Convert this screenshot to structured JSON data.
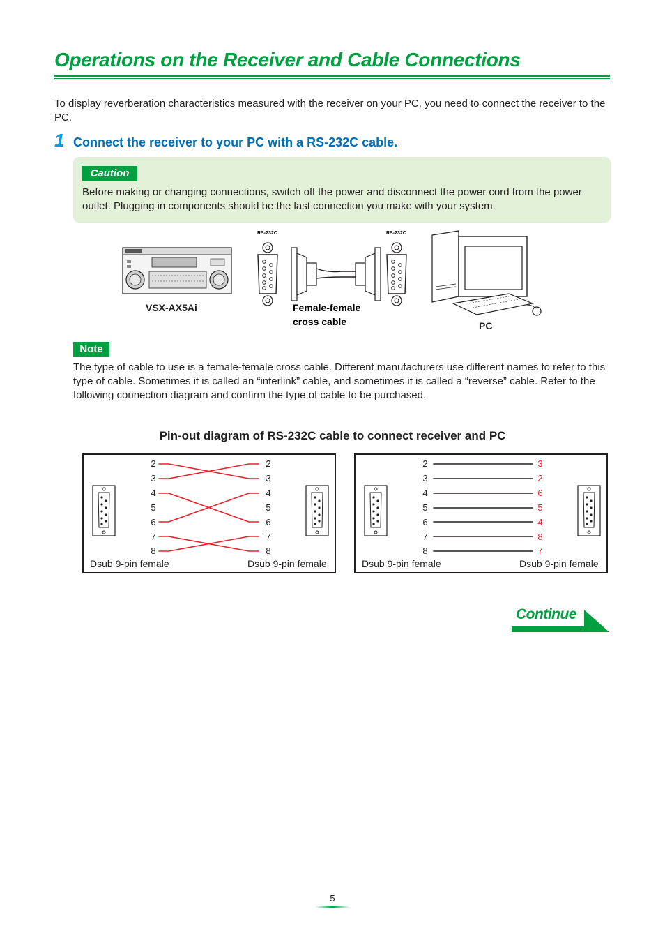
{
  "page": {
    "title": "Operations on the Receiver and Cable Connections",
    "intro": "To display reverberation characteristics measured with the receiver on your PC, you need to connect the receiver to the PC.",
    "step": {
      "number": "1",
      "text": "Connect the receiver to your PC with a RS-232C cable."
    },
    "caution": {
      "label": "Caution",
      "text": "Before making or changing connections, switch off the power and disconnect the power cord from the power outlet. Plugging in components should be the last connection you make with your system."
    },
    "illustration": {
      "receiver_label": "VSX-AX5Ai",
      "cable_label_line1": "Female-female",
      "cable_label_line2": "cross cable",
      "pc_label": "PC",
      "rs232c_left": "RS-232C",
      "rs232c_right": "RS-232C"
    },
    "note": {
      "label": "Note",
      "text": "The type of cable to use is a female-female cross cable. Different manufacturers use different names to refer to this type of cable. Sometimes it is called an “interlink” cable, and sometimes it is called a “reverse” cable. Refer to the following connection diagram and confirm the type of cable to be purchased."
    },
    "pinout": {
      "title": "Pin-out diagram of RS-232C cable to connect receiver and PC",
      "left": {
        "left_pins": [
          "2",
          "3",
          "4",
          "5",
          "6",
          "7",
          "8"
        ],
        "right_pins": [
          "2",
          "3",
          "4",
          "5",
          "6",
          "7",
          "8"
        ],
        "left_label": "Dsub 9-pin female",
        "right_label": "Dsub 9-pin female"
      },
      "right": {
        "left_pins": [
          "2",
          "3",
          "4",
          "5",
          "6",
          "7",
          "8"
        ],
        "right_pins": [
          "3",
          "2",
          "6",
          "5",
          "4",
          "8",
          "7"
        ],
        "left_label": "Dsub 9-pin female",
        "right_label": "Dsub 9-pin female"
      }
    },
    "continue": "Continue",
    "page_number": "5"
  },
  "colors": {
    "accent_green": "#00a040",
    "step_blue": "#0070b8",
    "caution_bg": "#e2f1d8",
    "wire_red": "#e8202a"
  }
}
